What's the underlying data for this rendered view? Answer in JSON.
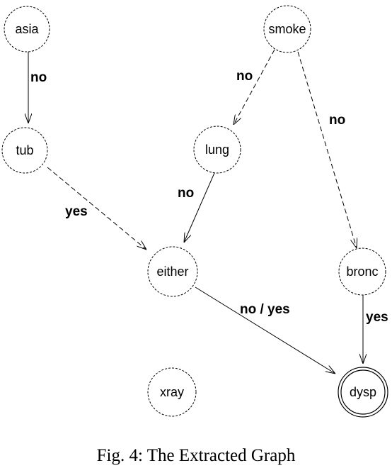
{
  "nodes": [
    {
      "id": "asia",
      "label": "asia",
      "style": "dashed"
    },
    {
      "id": "smoke",
      "label": "smoke",
      "style": "dashed"
    },
    {
      "id": "tub",
      "label": "tub",
      "style": "dashed"
    },
    {
      "id": "lung",
      "label": "lung",
      "style": "dashed"
    },
    {
      "id": "either",
      "label": "either",
      "style": "dashed"
    },
    {
      "id": "bronc",
      "label": "bronc",
      "style": "dashed"
    },
    {
      "id": "xray",
      "label": "xray",
      "style": "dashed"
    },
    {
      "id": "dysp",
      "label": "dysp",
      "style": "double"
    }
  ],
  "edges": [
    {
      "from": "asia",
      "to": "tub",
      "label": "no",
      "style": "solid"
    },
    {
      "from": "smoke",
      "to": "lung",
      "label": "no",
      "style": "dashed"
    },
    {
      "from": "smoke",
      "to": "bronc",
      "label": "no",
      "style": "dashed"
    },
    {
      "from": "tub",
      "to": "either",
      "label": "yes",
      "style": "dashed"
    },
    {
      "from": "lung",
      "to": "either",
      "label": "no",
      "style": "solid"
    },
    {
      "from": "either",
      "to": "dysp",
      "label": "no / yes",
      "style": "solid"
    },
    {
      "from": "bronc",
      "to": "dysp",
      "label": "yes",
      "style": "solid"
    }
  ],
  "caption": "Fig. 4: The Extracted Graph",
  "colors": {
    "stroke": "#000000",
    "background": "#ffffff"
  }
}
